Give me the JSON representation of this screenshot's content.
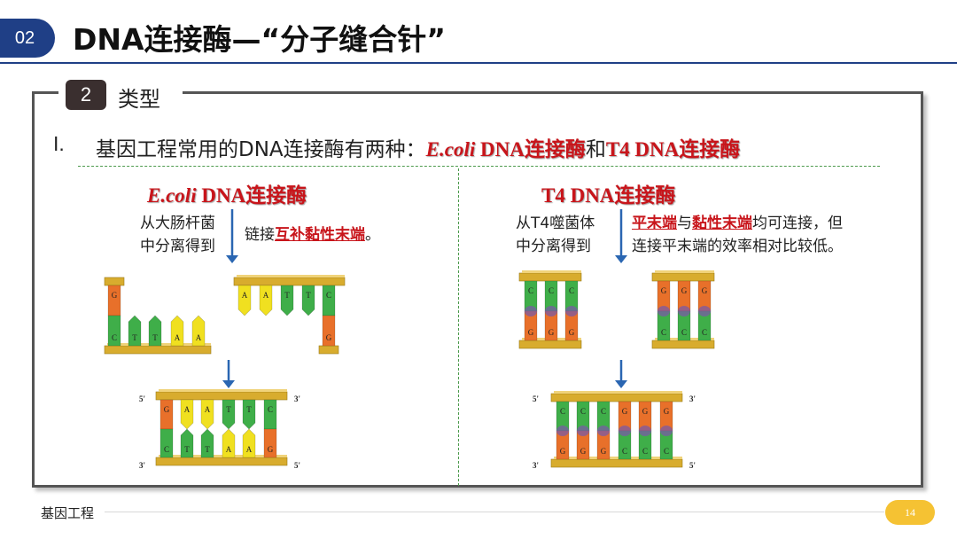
{
  "header": {
    "section_number": "02",
    "title": "DNA连接酶—“分子缝合针”"
  },
  "section": {
    "badge_number": "2",
    "badge_label": "类型"
  },
  "intro": {
    "number": "I.",
    "prefix": "基因工程常用的DNA连接酶有两种：",
    "enzyme1_italic": "E.coli",
    "enzyme1_rest": " DNA连接酶",
    "conjunction": "和",
    "enzyme2": "T4 DNA连接酶"
  },
  "left": {
    "title_italic": "E.coli",
    "title_rest": " DNA连接酶",
    "source_line1": "从大肠杆菌",
    "source_line2": "中分离得到",
    "link_prefix": "链接",
    "link_emphasis": "互补黏性末端",
    "link_suffix": "。",
    "fragment1_bottom_bases": [
      "C",
      "T",
      "T",
      "A",
      "A"
    ],
    "fragment1_top_bases": [
      "G"
    ],
    "fragment2_top_bases": [
      "A",
      "A",
      "T",
      "T",
      "C"
    ],
    "fragment2_bottom_bases": [
      "G"
    ],
    "product_top_bases": [
      "G",
      "A",
      "A",
      "T",
      "T",
      "C"
    ],
    "product_bottom_bases": [
      "C",
      "T",
      "T",
      "A",
      "A",
      "G"
    ],
    "label_5_top": "5'",
    "label_3_top": "3'",
    "label_3_bottom": "3'",
    "label_5_bottom": "5'"
  },
  "right": {
    "title": "T4 DNA连接酶",
    "source_line1": "从T4噬菌体",
    "source_line2": "中分离得到",
    "line1_em1": "平末端",
    "line1_mid": "与",
    "line1_em2": "黏性末端",
    "line1_suffix": "均可连接，但",
    "line2": "连接平末端的效率相对比较低。",
    "fragment1_top_bases": [
      "C",
      "C",
      "C"
    ],
    "fragment1_bottom_bases": [
      "G",
      "G",
      "G"
    ],
    "fragment2_top_bases": [
      "G",
      "G",
      "G"
    ],
    "fragment2_bottom_bases": [
      "C",
      "C",
      "C"
    ],
    "product_top_bases": [
      "C",
      "C",
      "C",
      "G",
      "G",
      "G"
    ],
    "product_bottom_bases": [
      "G",
      "G",
      "G",
      "C",
      "C",
      "C"
    ],
    "label_5_top": "5'",
    "label_3_top": "3'",
    "label_3_bottom": "3'",
    "label_5_bottom": "5'"
  },
  "footer": {
    "text": "基因工程",
    "page": "14"
  },
  "colors": {
    "header_blue": "#1f3f86",
    "red_text": "#c8151b",
    "backbone_gold": "#d8ac2e",
    "base_orange": "#e8702a",
    "base_green": "#3fae49",
    "base_yellow": "#f0e020",
    "base_purple": "#7a5aa6",
    "arrow_blue": "#2a66b2",
    "page_pill": "#f5c233"
  }
}
